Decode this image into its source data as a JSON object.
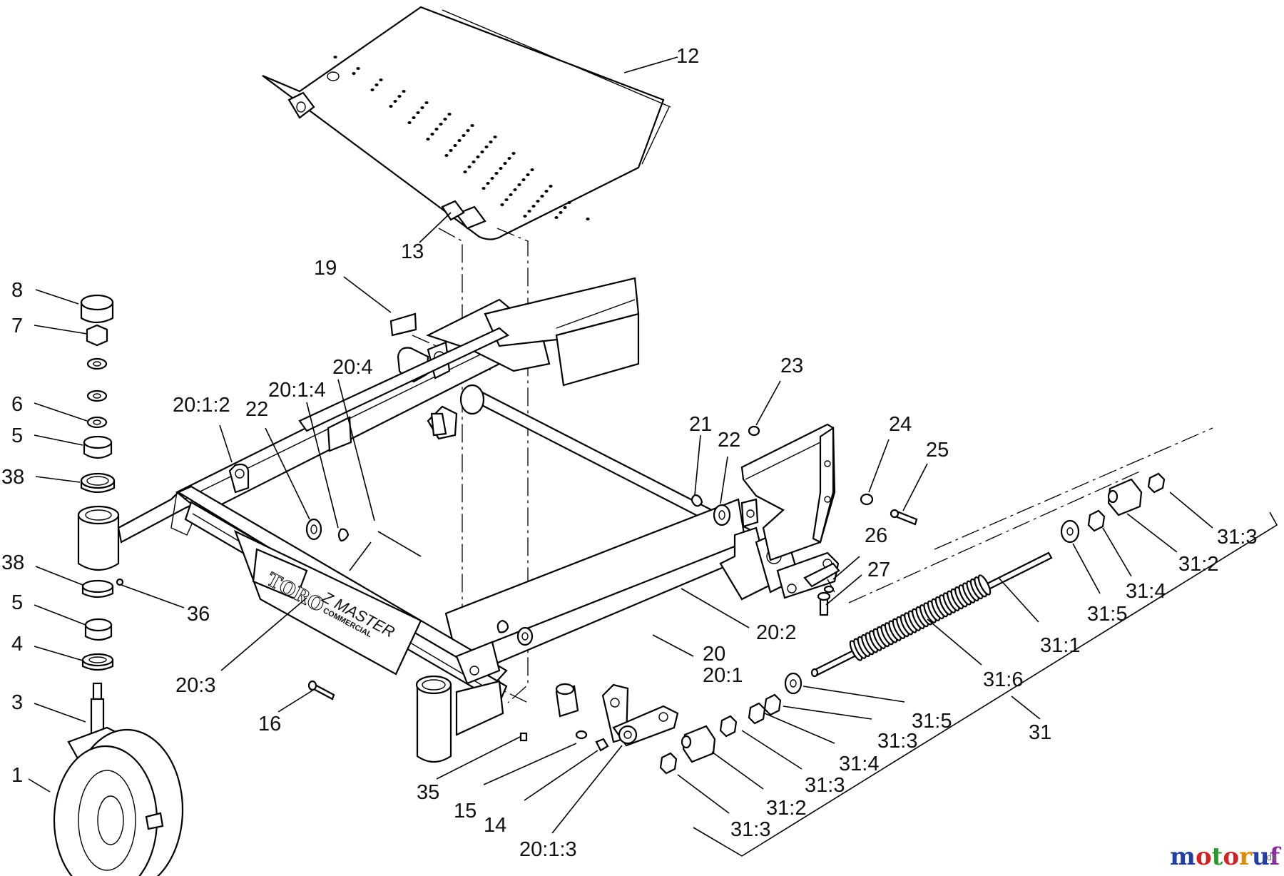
{
  "labels": {
    "p12": "12",
    "p13": "13",
    "p19": "19",
    "p8": "8",
    "p7": "7",
    "p6": "6",
    "p5a": "5",
    "p38a": "38",
    "p38b": "38",
    "p5b": "5",
    "p4": "4",
    "p3": "3",
    "p1": "1",
    "p36": "36",
    "p20_1_2": "20:1:2",
    "p20_1_4": "20:1:4",
    "p20_4": "20:4",
    "p22a": "22",
    "p20_3": "20:3",
    "p16": "16",
    "p35": "35",
    "p15": "15",
    "p14": "14",
    "p20_1_3": "20:1:3",
    "p23": "23",
    "p21": "21",
    "p22b": "22",
    "p24": "24",
    "p25": "25",
    "p26": "26",
    "p27": "27",
    "p20_2": "20:2",
    "p20": "20",
    "p20_1": "20:1",
    "p31_3a": "31:3",
    "p31_2a": "31:2",
    "p31_4a": "31:4",
    "p31_5a": "31:5",
    "p31_1": "31:1",
    "p31_6": "31:6",
    "p31_5b": "31:5",
    "p31_3b": "31:3",
    "p31_4b": "31:4",
    "p31_3c": "31:3",
    "p31_2b": "31:2",
    "p31_3d": "31:3",
    "p31": "31"
  },
  "branding": {
    "frame_logo": "TORO",
    "frame_model": "Z MASTER",
    "frame_sub": "COMMERCIAL"
  },
  "watermark": {
    "name": "motoruf",
    "suffix": ".de"
  },
  "colors": {
    "ink": "#000000",
    "background": "#ffffff",
    "wm_m": "#1f3fa6",
    "wm_o": "#d22222",
    "wm_t": "#2a9a2a",
    "wm_r": "#e08a00",
    "wm_u": "#1f3fa6",
    "wm_f": "#8a2aa0"
  }
}
